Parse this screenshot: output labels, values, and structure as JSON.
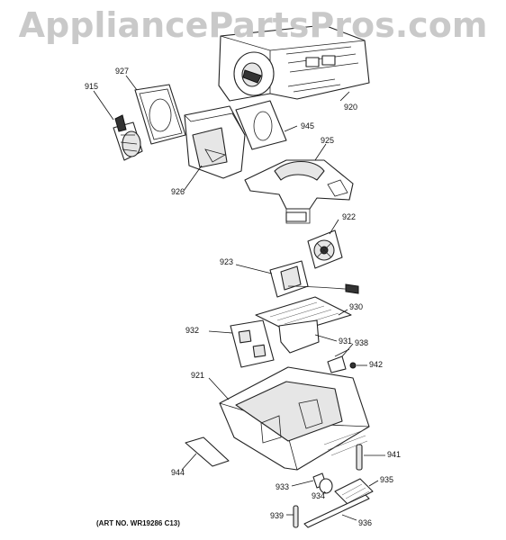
{
  "watermark": "AppliancePartsPros.com",
  "art_number": "(ART NO. WR19286 C13)",
  "callouts": [
    {
      "id": "915",
      "label": "915"
    },
    {
      "id": "927",
      "label": "927"
    },
    {
      "id": "920",
      "label": "920"
    },
    {
      "id": "945",
      "label": "945"
    },
    {
      "id": "925",
      "label": "925"
    },
    {
      "id": "926",
      "label": "926"
    },
    {
      "id": "922",
      "label": "922"
    },
    {
      "id": "923",
      "label": "923"
    },
    {
      "id": "930",
      "label": "930"
    },
    {
      "id": "932",
      "label": "932"
    },
    {
      "id": "931",
      "label": "931"
    },
    {
      "id": "938",
      "label": "938"
    },
    {
      "id": "942",
      "label": "942"
    },
    {
      "id": "921",
      "label": "921"
    },
    {
      "id": "941",
      "label": "941"
    },
    {
      "id": "944",
      "label": "944"
    },
    {
      "id": "935",
      "label": "935"
    },
    {
      "id": "933",
      "label": "933"
    },
    {
      "id": "934",
      "label": "934"
    },
    {
      "id": "939",
      "label": "939"
    },
    {
      "id": "936",
      "label": "936"
    }
  ]
}
